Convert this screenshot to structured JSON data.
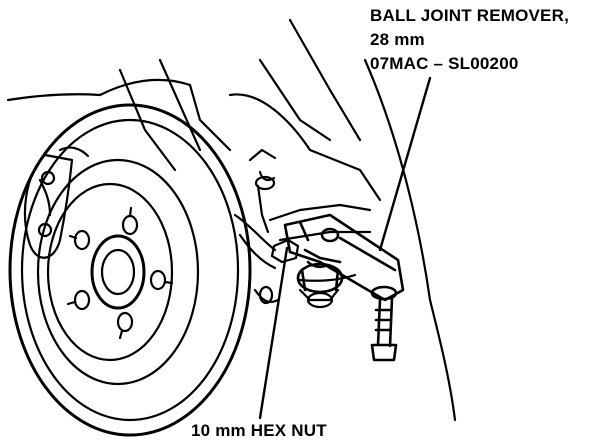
{
  "callouts": {
    "tool": {
      "line1": "BALL JOINT REMOVER,",
      "line2": "28 mm",
      "line3": "07MAC – SL00200"
    },
    "nut": {
      "text": "10 mm HEX NUT"
    }
  },
  "colors": {
    "ink": "#000000",
    "paper": "#ffffff"
  }
}
